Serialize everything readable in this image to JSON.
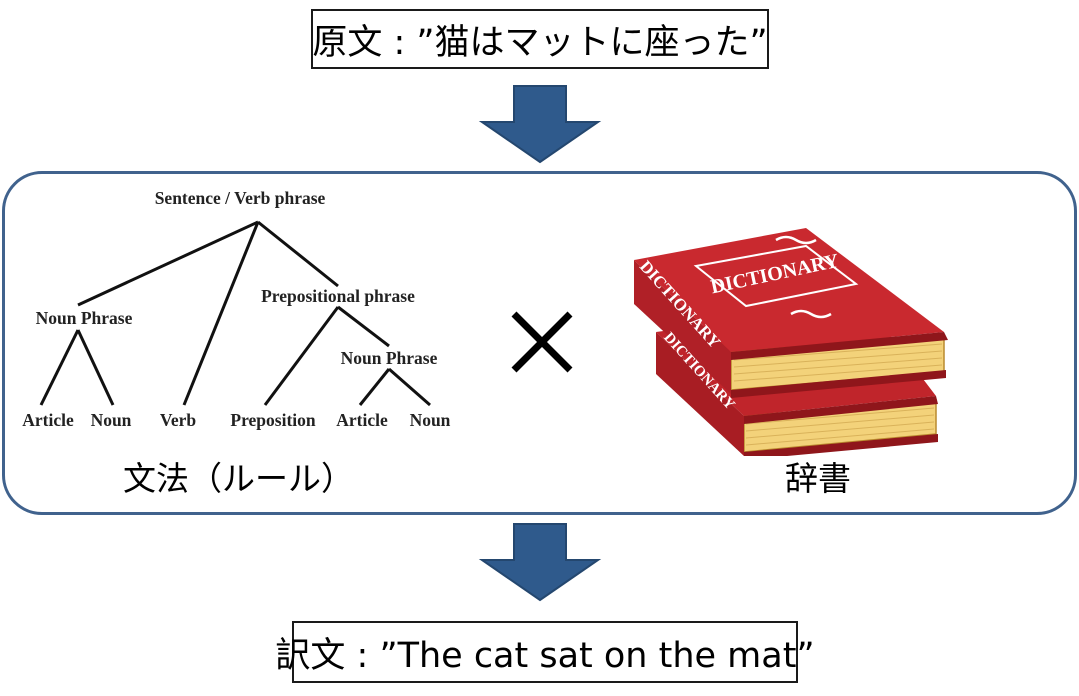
{
  "source": {
    "text": "原文 : ”猫はマットに座った”"
  },
  "target": {
    "text": "訳文 : ”The cat sat on the mat”"
  },
  "grammar": {
    "caption": "文法（ルール）",
    "tree": {
      "root": "Sentence / Verb phrase",
      "noun_phrase_1": "Noun Phrase",
      "prepositional_phrase": "Prepositional phrase",
      "noun_phrase_2": "Noun Phrase",
      "article_1": "Article",
      "noun_1": "Noun",
      "verb": "Verb",
      "preposition": "Preposition",
      "article_2": "Article",
      "noun_2": "Noun"
    }
  },
  "dictionary": {
    "caption": "辞書",
    "book_title": "DICTIONARY",
    "colors": {
      "cover": "#c0252b",
      "pages": "#f3d27a"
    }
  },
  "operator": {
    "icon": "multiply-icon"
  },
  "colors": {
    "arrow": "#2f5a8c",
    "panel_border": "#40628d"
  }
}
